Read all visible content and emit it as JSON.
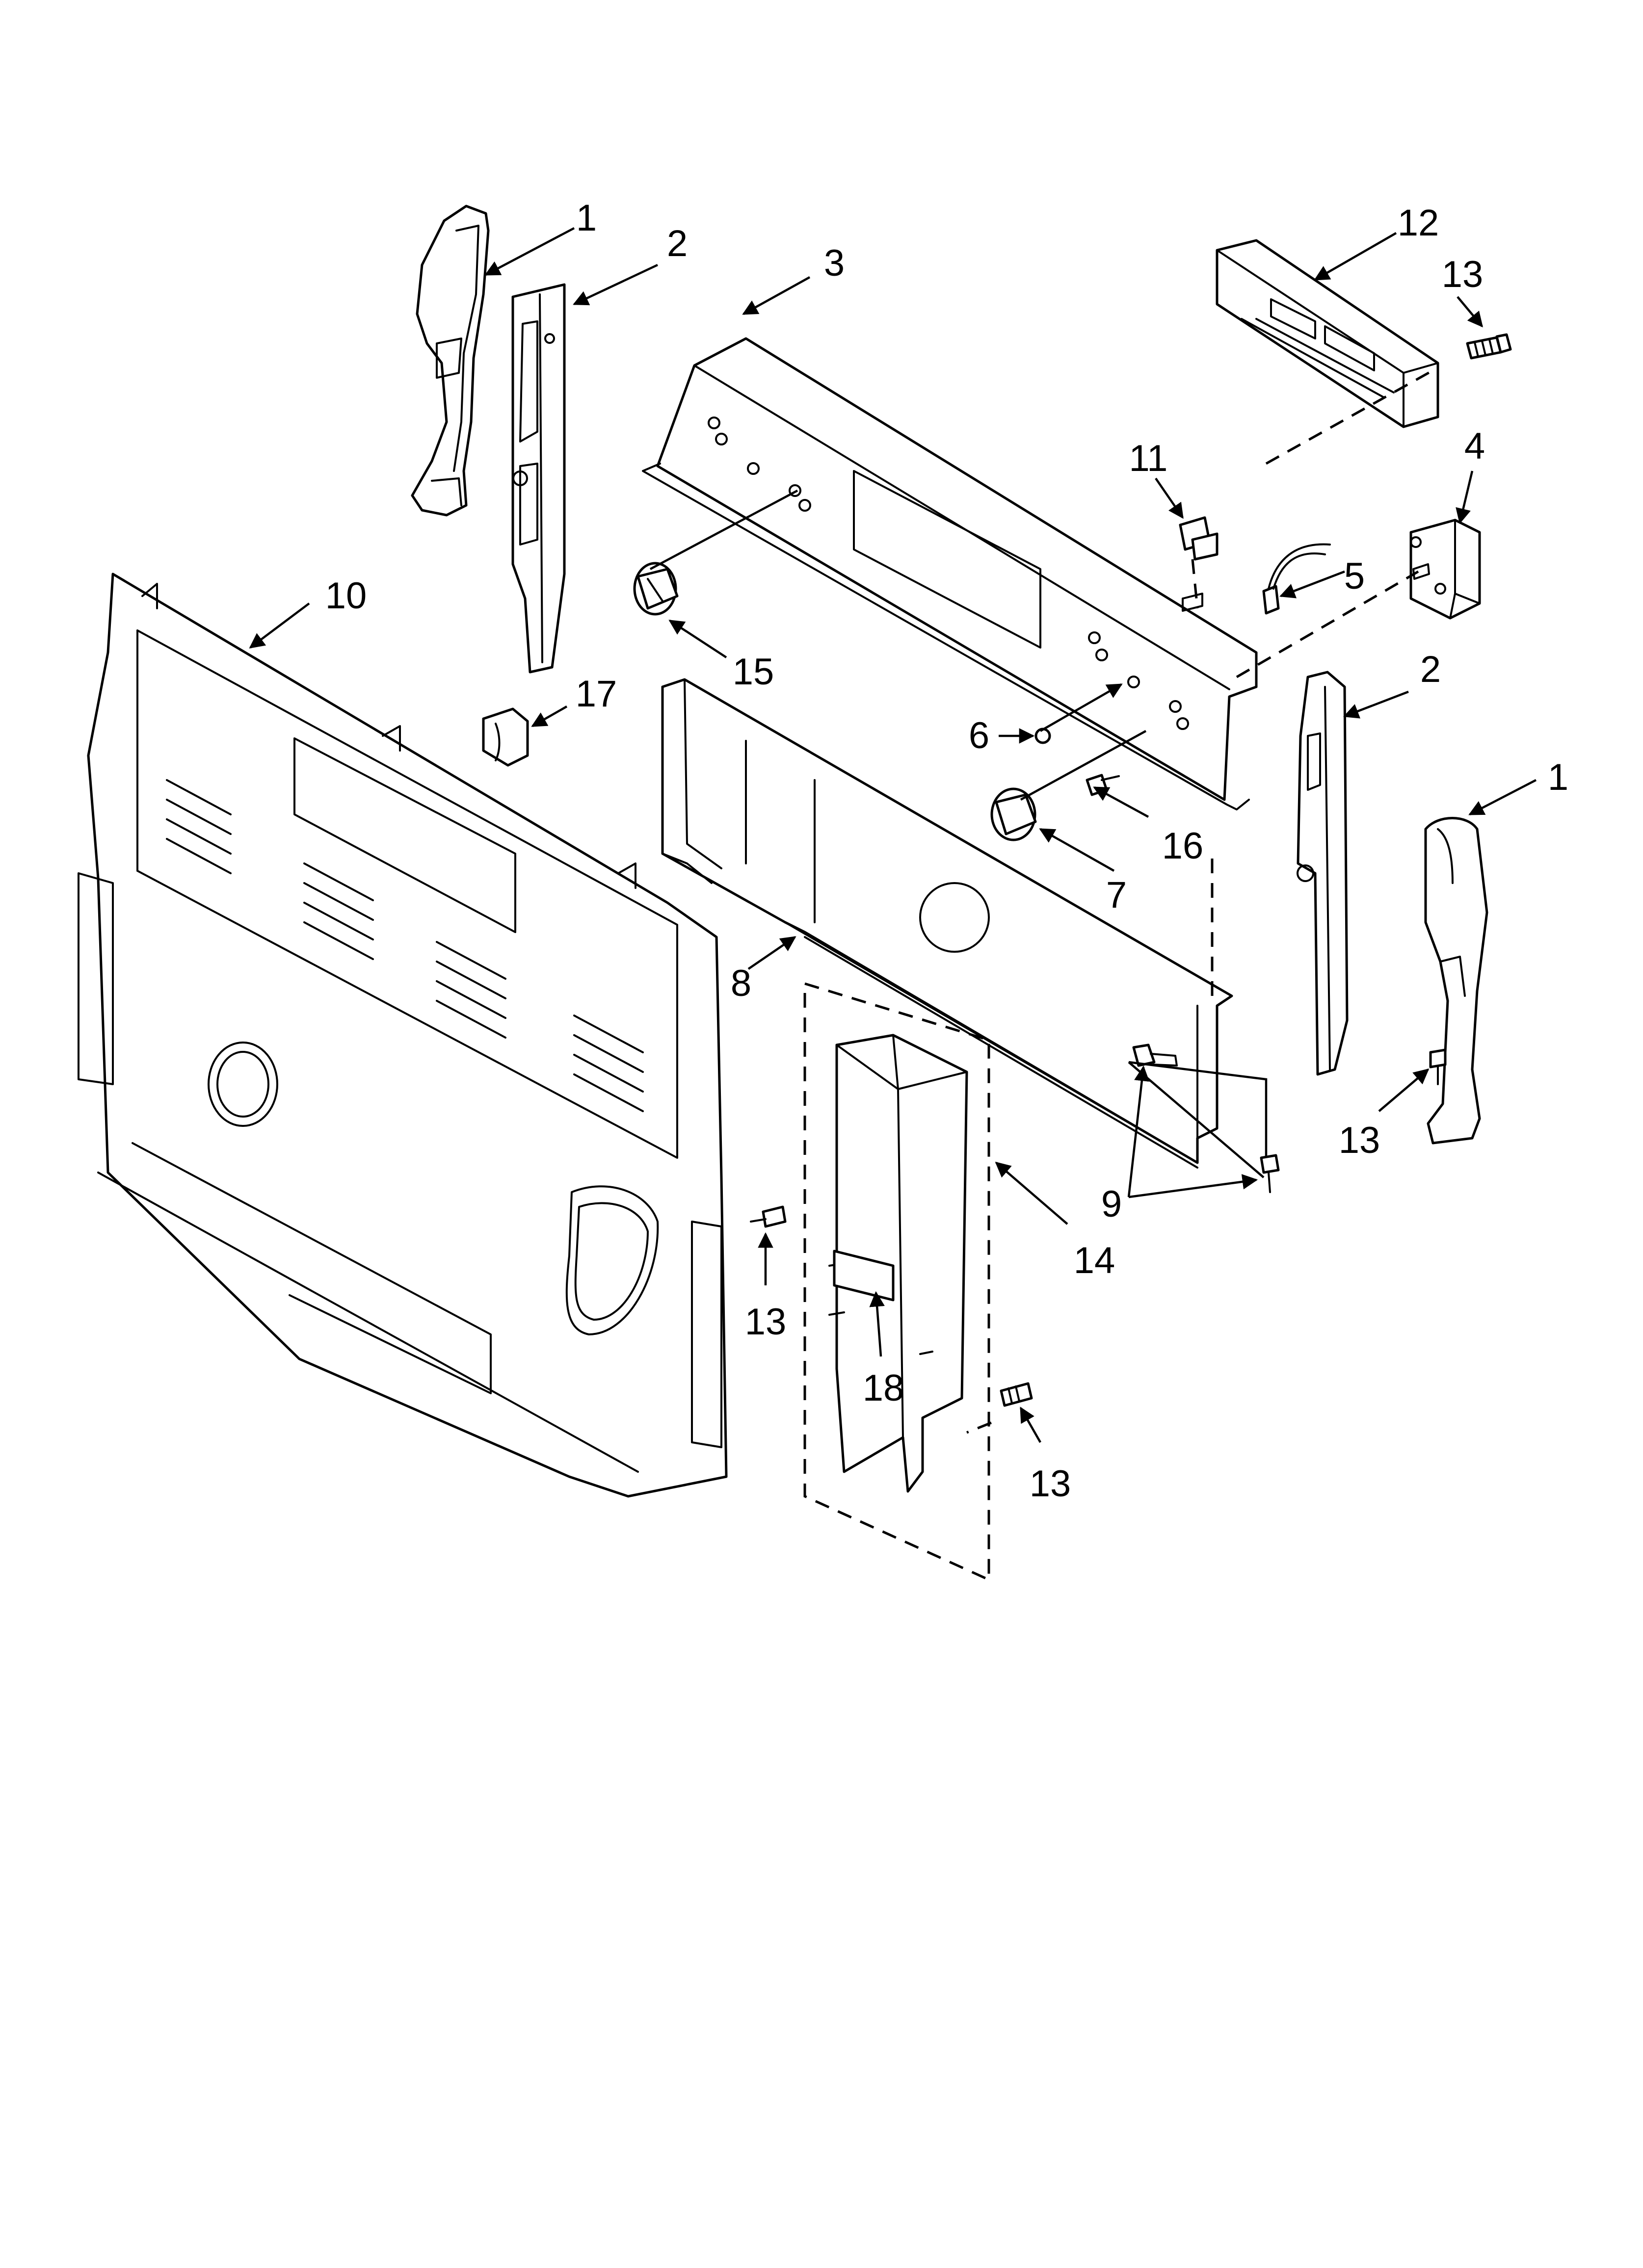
{
  "callouts": [
    {
      "id": "c1a",
      "text": "1"
    },
    {
      "id": "c2a",
      "text": "2"
    },
    {
      "id": "c3",
      "text": "3"
    },
    {
      "id": "c12",
      "text": "12"
    },
    {
      "id": "c13a",
      "text": "13"
    },
    {
      "id": "c11",
      "text": "11"
    },
    {
      "id": "c4",
      "text": "4"
    },
    {
      "id": "c5",
      "text": "5"
    },
    {
      "id": "c10",
      "text": "10"
    },
    {
      "id": "c15",
      "text": "15"
    },
    {
      "id": "c17",
      "text": "17"
    },
    {
      "id": "c6",
      "text": "6"
    },
    {
      "id": "c2b",
      "text": "2"
    },
    {
      "id": "c1b",
      "text": "1"
    },
    {
      "id": "c16",
      "text": "16"
    },
    {
      "id": "c7",
      "text": "7"
    },
    {
      "id": "c8",
      "text": "8"
    },
    {
      "id": "c13b",
      "text": "13"
    },
    {
      "id": "c9",
      "text": "9"
    },
    {
      "id": "c14",
      "text": "14"
    },
    {
      "id": "c13c",
      "text": "13"
    },
    {
      "id": "c18",
      "text": "18"
    },
    {
      "id": "c13d",
      "text": "13"
    }
  ]
}
